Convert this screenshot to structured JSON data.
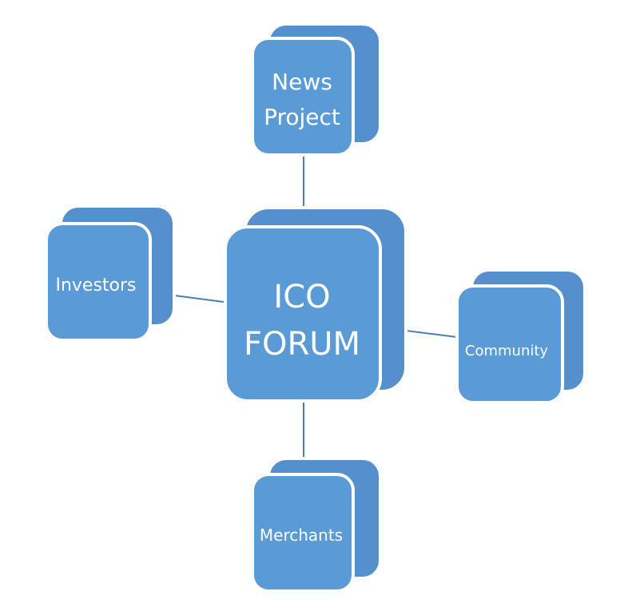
{
  "diagram": {
    "center": {
      "lines": [
        "ICO",
        "FORUM"
      ]
    },
    "nodes": {
      "top": {
        "lines": [
          "News",
          "Project"
        ]
      },
      "left": {
        "lines": [
          "Investors"
        ]
      },
      "right": {
        "lines": [
          "Community"
        ]
      },
      "bottom": {
        "lines": [
          "Merchants"
        ]
      }
    }
  },
  "colors": {
    "box_face": "#5b9bd5",
    "box_side": "#5590cc",
    "box_edge": "#ffffff",
    "connector": "#4a7fb5",
    "text": "#ffffff"
  }
}
